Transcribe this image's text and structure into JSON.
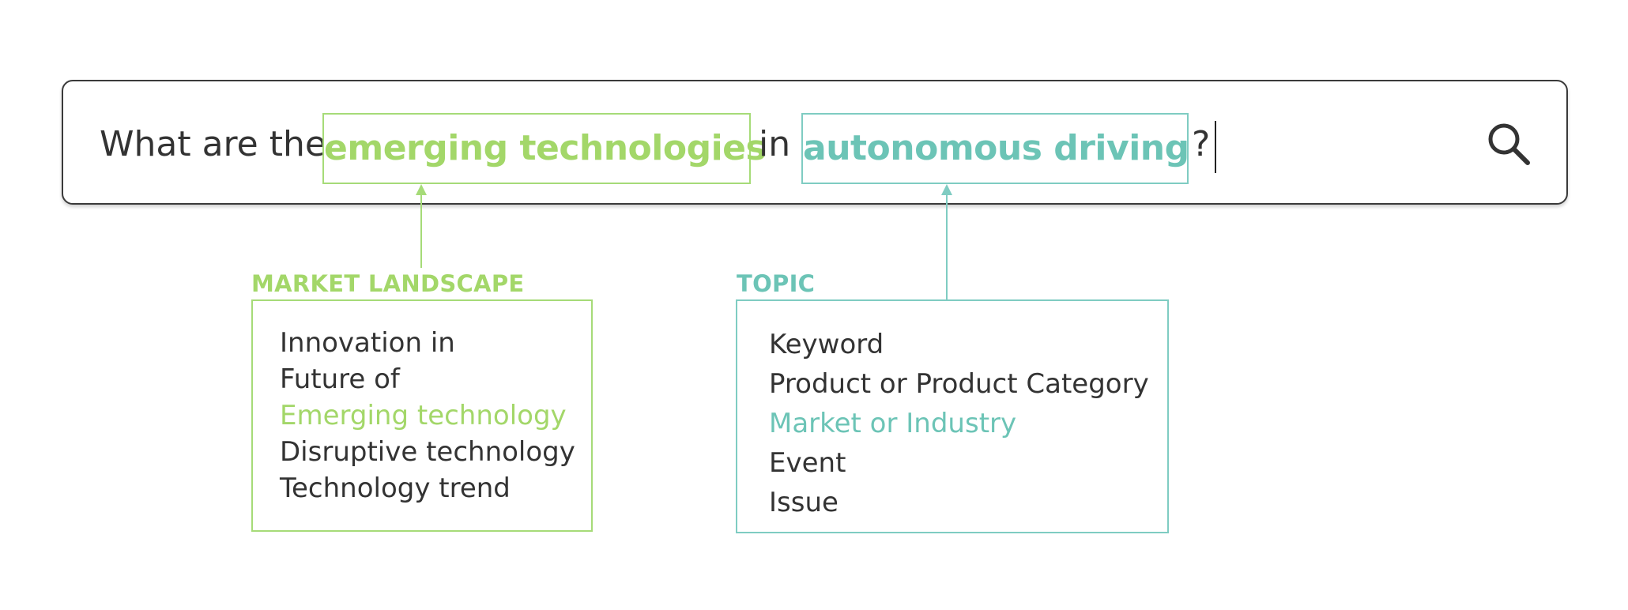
{
  "query": {
    "prefix": "What are the",
    "chip_1": "emerging technologies",
    "middle": "in",
    "chip_2": "autonomous driving",
    "suffix": "?"
  },
  "search_button": {
    "icon": "search-icon"
  },
  "market_landscape": {
    "heading": "MARKET LANDSCAPE",
    "items": [
      "Innovation in",
      "Future of",
      "Emerging technology",
      "Disruptive technology",
      "Technology trend"
    ],
    "highlighted_index": 2
  },
  "topic": {
    "heading": "TOPIC",
    "items": [
      "Keyword",
      "Product or Product Category",
      "Market or Industry",
      "Event",
      "Issue"
    ],
    "highlighted_index": 2
  },
  "colors": {
    "green": "#a3d769",
    "teal": "#6cc4b6",
    "text": "#333333",
    "border": "#3a3a3a"
  }
}
